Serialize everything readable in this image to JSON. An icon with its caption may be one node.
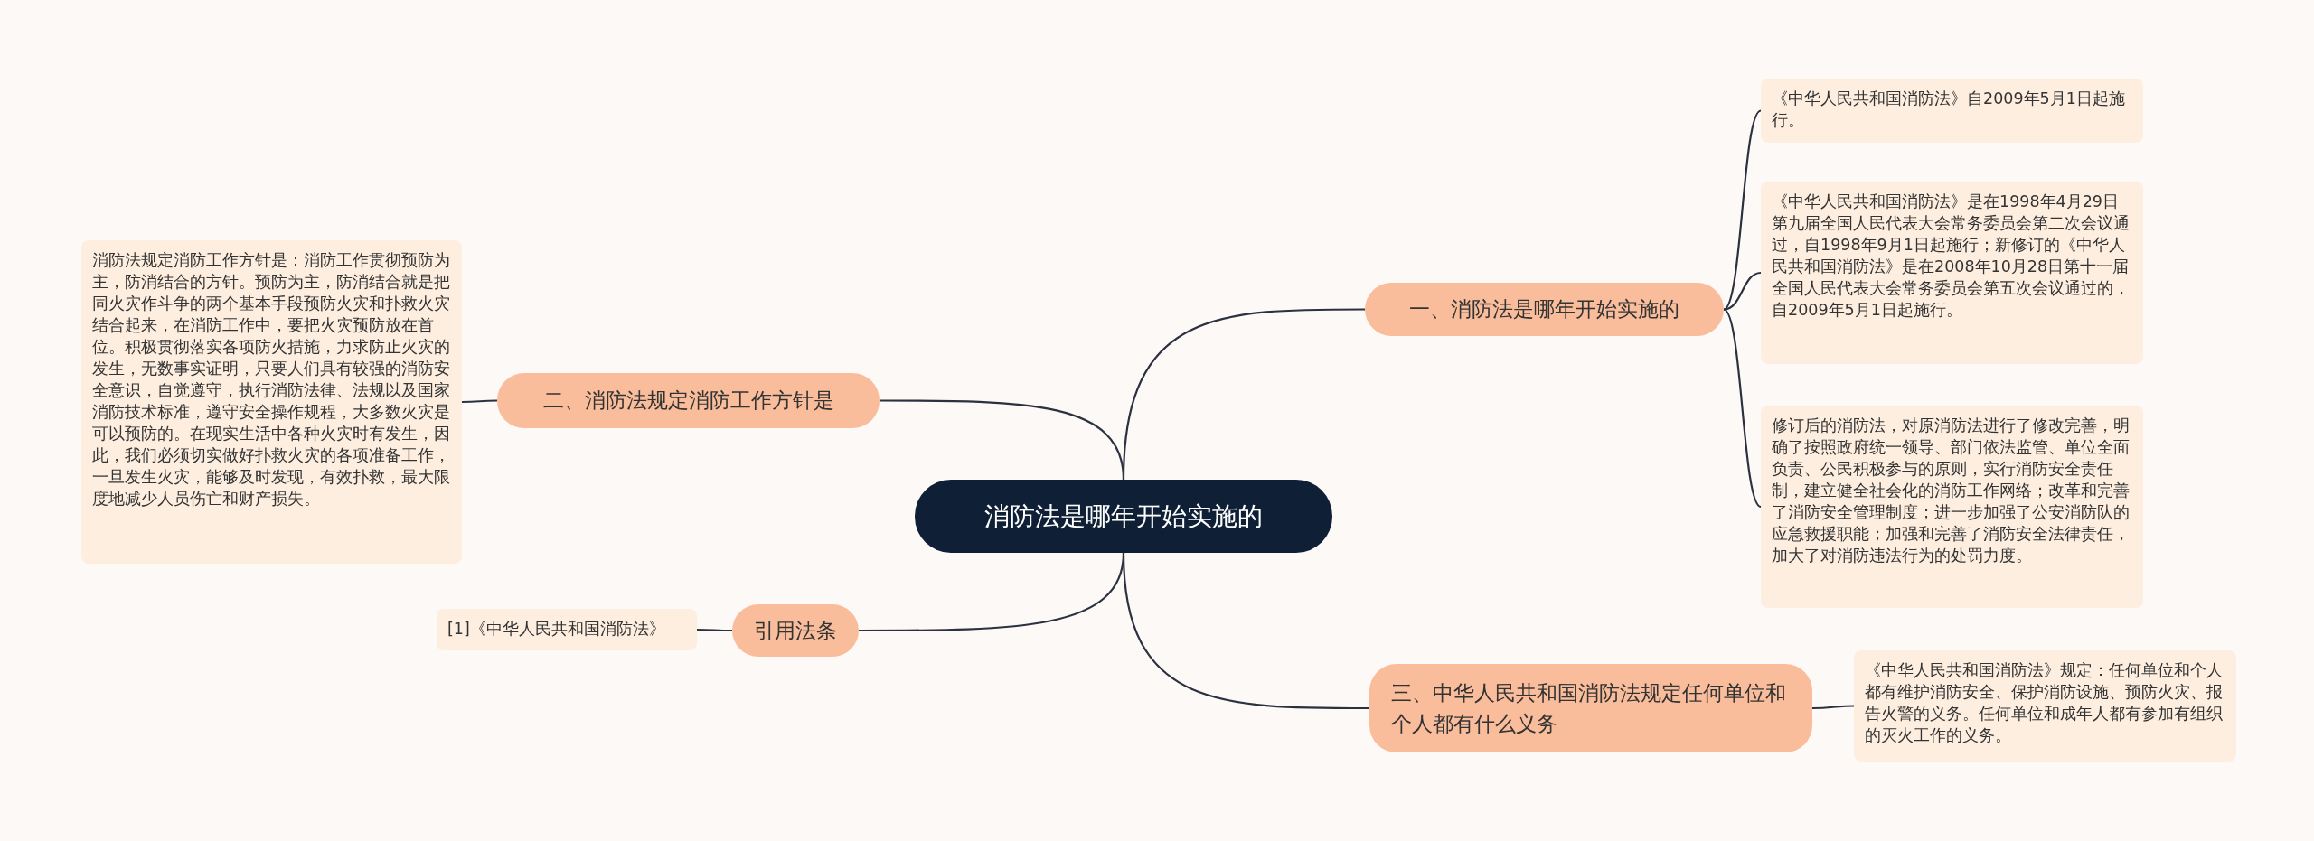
{
  "diagram": {
    "nodes": [
      {
        "text": [
          "消防法是哪年开始实施的"
        ]
      },
      {
        "text": [
          "一、消防法是哪年开始实施的"
        ]
      },
      {
        "text": [
          "《中华人民共和国消防法》自2009年5月1日起施行。"
        ]
      },
      {
        "text": [
          "《中华人民共和国消防法》是在1998年4月29日第九届全国人民代表大会常务委员会第二次会议通过，自1998年9月1日起施行；新修订的《中华人民共和国消防法》是在2008年10月28日第十一届全国人民代表大会常务委员会第五次会议通过的，自2009年5月1日起施行。"
        ]
      },
      {
        "text": [
          "修订后的消防法，对原消防法进行了修改完善，明确了按照政府统一领导、部门依法监管、单位全面负责、公民积极参与的原则，实行消防安全责任制，建立健全社会化的消防工作网络；改革和完善了消防安全管理制度；进一步加强了公安消防队的应急救援职能；加强和完善了消防安全法律责任，加大了对消防违法行为的处罚力度。"
        ]
      },
      {
        "text": [
          "二、消防法规定消防工作方针是"
        ]
      },
      {
        "text": [
          "消防法规定消防工作方针是：消防工作贯彻预防为主，防消结合的方针。预防为主，防消结合就是把同火灾作斗争的两个基本手段预防火灾和扑救火灾结合起来，在消防工作中，要把火灾预防放在首位。积极贯彻落实各项防火措施，力求防止火灾的发生，无数事实证明，只要人们具有较强的消防安全意识，自觉遵守，执行消防法律、法规以及国家消防技术标准，遵守安全操作规程，大多数火灾是可以预防的。在现实生活中各种火灾时有发生，因此，我们必须切实做好扑救火灾的各项准备工作，一旦发生火灾，能够及时发现，有效扑救，最大限度地减少人员伤亡和财产损失。"
        ]
      },
      {
        "text": [
          "引用法条"
        ]
      },
      {
        "text": [
          "[1]《中华人民共和国消防法》"
        ]
      },
      {
        "text": [
          "三、中华人民共和国消防法规定任何单位和个人都有什么义务"
        ]
      },
      {
        "text": [
          "《中华人民共和国消防法》规定：任何单位和个人都有维护消防安全、保护消防设施、预防火灾、报告火警的义务。任何单位和成年人都有参加有组织的灭火工作的义务。"
        ]
      }
    ],
    "edges": [
      {
        "from": 0,
        "to": 1,
        "arrow": "none"
      },
      {
        "from": 1,
        "to": 2,
        "arrow": "none"
      },
      {
        "from": 1,
        "to": 3,
        "arrow": "none"
      },
      {
        "from": 1,
        "to": 4,
        "arrow": "none"
      },
      {
        "from": 0,
        "to": 5,
        "arrow": "none"
      },
      {
        "from": 5,
        "to": 6,
        "arrow": "none"
      },
      {
        "from": 0,
        "to": 7,
        "arrow": "none"
      },
      {
        "from": 7,
        "to": 8,
        "arrow": "none"
      },
      {
        "from": 0,
        "to": 9,
        "arrow": "none"
      },
      {
        "from": 9,
        "to": 10,
        "arrow": "none"
      }
    ]
  }
}
